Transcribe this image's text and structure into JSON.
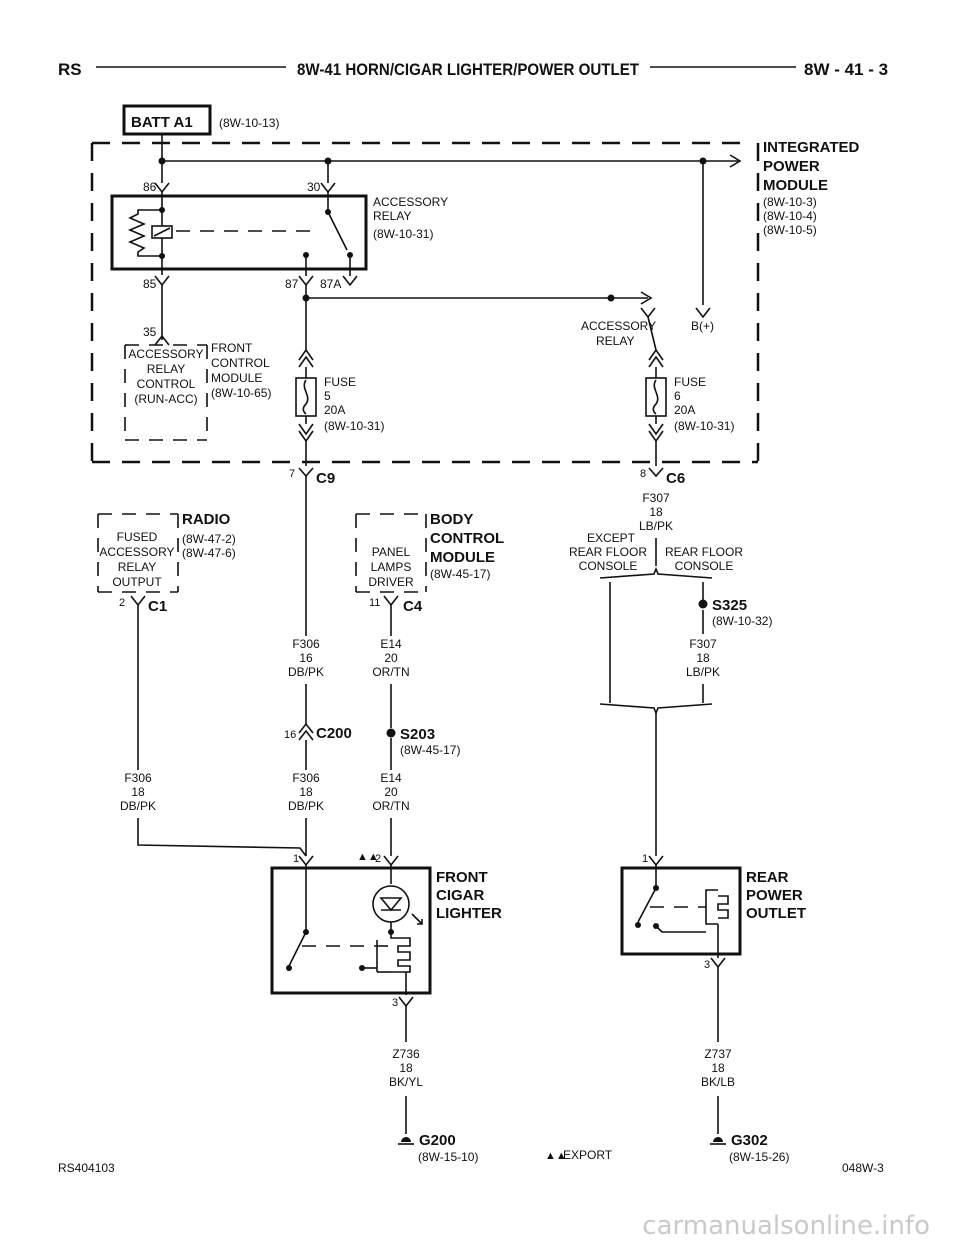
{
  "header": {
    "left": "RS",
    "title": "8W-41 HORN/CIGAR LIGHTER/POWER OUTLET",
    "right": "8W - 41 - 3"
  },
  "batt": {
    "name": "BATT A1",
    "ref": "(8W-10-13)"
  },
  "ipm": {
    "line1": "INTEGRATED",
    "line2": "POWER",
    "line3": "MODULE",
    "ref1": "(8W-10-3)",
    "ref2": "(8W-10-4)",
    "ref3": "(8W-10-5)"
  },
  "relay": {
    "pin86": "86",
    "pin30": "30",
    "pin85": "85",
    "pin87": "87",
    "pin87a": "87A",
    "line1": "ACCESSORY",
    "line2": "RELAY",
    "ref": "(8W-10-31)"
  },
  "acc_relay_out": {
    "line1": "ACCESSORY",
    "line2": "RELAY",
    "bplus": "B(+)"
  },
  "fcm": {
    "pin": "35",
    "box1": "ACCESSORY",
    "box2": "RELAY",
    "box3": "CONTROL",
    "box4": "(RUN-ACC)",
    "line1": "FRONT",
    "line2": "CONTROL",
    "line3": "MODULE",
    "ref": "(8W-10-65)"
  },
  "fuse5": {
    "l1": "FUSE",
    "l2": "5",
    "l3": "20A",
    "ref": "(8W-10-31)"
  },
  "fuse6": {
    "l1": "FUSE",
    "l2": "6",
    "l3": "20A",
    "ref": "(8W-10-31)"
  },
  "c9": {
    "pin": "7",
    "name": "C9"
  },
  "c6": {
    "pin": "8",
    "name": "C6"
  },
  "radio": {
    "box1": "FUSED",
    "box2": "ACCESSORY",
    "box3": "RELAY",
    "box4": "OUTPUT",
    "name": "RADIO",
    "ref1": "(8W-47-2)",
    "ref2": "(8W-47-6)",
    "pin": "2",
    "conn": "C1"
  },
  "bcm": {
    "box1": "PANEL",
    "box2": "LAMPS",
    "box3": "DRIVER",
    "line1": "BODY",
    "line2": "CONTROL",
    "line3": "MODULE",
    "ref": "(8W-45-17)",
    "pin": "11",
    "conn": "C4"
  },
  "w_f307a": {
    "c": "F307",
    "g": "18",
    "col": "LB/PK"
  },
  "split": {
    "left1": "EXCEPT",
    "left2": "REAR FLOOR",
    "left3": "CONSOLE",
    "right1": "REAR FLOOR",
    "right2": "CONSOLE"
  },
  "s325": {
    "name": "S325",
    "ref": "(8W-10-32)"
  },
  "w_f307b": {
    "c": "F307",
    "g": "18",
    "col": "LB/PK"
  },
  "w_f306a": {
    "c": "F306",
    "g": "16",
    "col": "DB/PK"
  },
  "w_e14a": {
    "c": "E14",
    "g": "20",
    "col": "OR/TN"
  },
  "c200": {
    "pin": "16",
    "name": "C200"
  },
  "s203": {
    "name": "S203",
    "ref": "(8W-45-17)"
  },
  "w_f306l": {
    "c": "F306",
    "g": "18",
    "col": "DB/PK"
  },
  "w_f306b": {
    "c": "F306",
    "g": "18",
    "col": "DB/PK"
  },
  "w_e14b": {
    "c": "E14",
    "g": "20",
    "col": "OR/TN"
  },
  "lighter": {
    "pin1": "1",
    "pin2": "2",
    "pin3": "3",
    "line1": "FRONT",
    "line2": "CIGAR",
    "line3": "LIGHTER"
  },
  "outlet": {
    "pin1": "1",
    "pin3": "3",
    "line1": "REAR",
    "line2": "POWER",
    "line3": "OUTLET"
  },
  "w_z736": {
    "c": "Z736",
    "g": "18",
    "col": "BK/YL"
  },
  "w_z737": {
    "c": "Z737",
    "g": "18",
    "col": "BK/LB"
  },
  "g200": {
    "name": "G200",
    "ref": "(8W-15-10)"
  },
  "g302": {
    "name": "G302",
    "ref": "(8W-15-26)"
  },
  "export": {
    "symbol": "▲▲",
    "label": "EXPORT"
  },
  "footer": {
    "left": "RS404103",
    "right": "048W-3"
  },
  "watermark": "carmanualsonline.info"
}
